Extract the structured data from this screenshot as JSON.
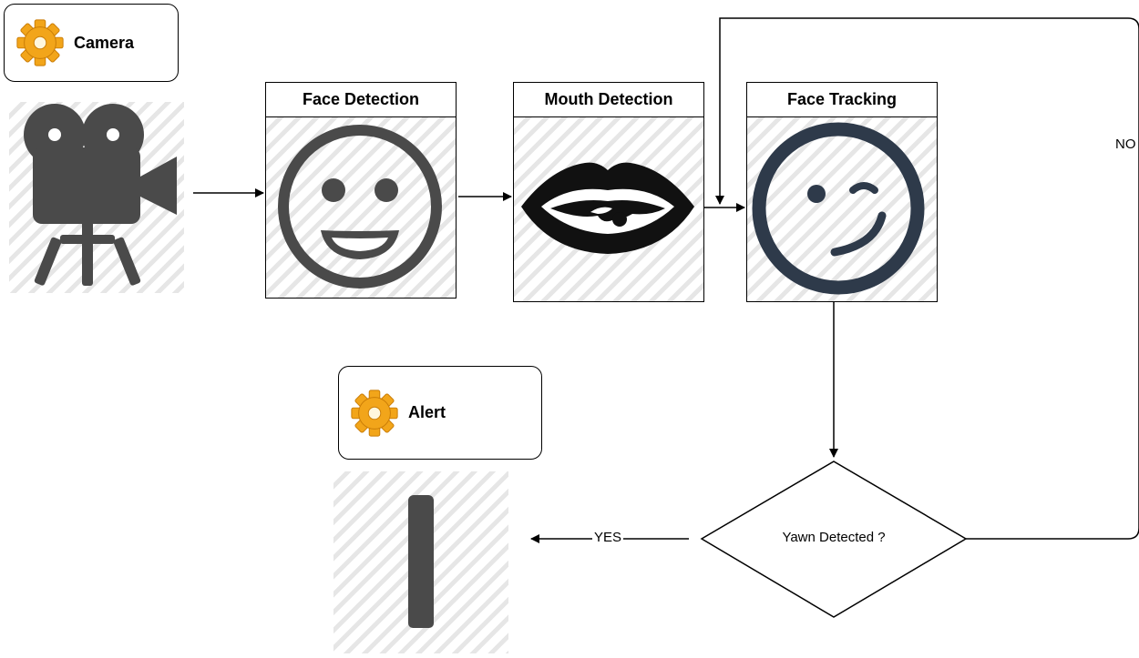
{
  "camera": {
    "label": "Camera",
    "gear_icon": "gear-icon",
    "icon": "video-camera-icon"
  },
  "face_detection": {
    "title": "Face Detection",
    "icon": "smiling-face-icon"
  },
  "mouth_detection": {
    "title": "Mouth Detection",
    "icon": "lips-icon"
  },
  "face_tracking": {
    "title": "Face Tracking",
    "icon": "winking-face-icon"
  },
  "alert": {
    "label": "Alert",
    "gear_icon": "gear-icon",
    "icon": "exclamation-icon"
  },
  "decision": {
    "label": "Yawn Detected ?"
  },
  "edges": {
    "yes_label": "YES",
    "no_label": "NO"
  },
  "colors": {
    "icon_gray": "#4a4a4a",
    "tracking_ring": "#2e3a4a",
    "gear_orange": "#f2a51a",
    "hatch": "#e6e6e6"
  }
}
